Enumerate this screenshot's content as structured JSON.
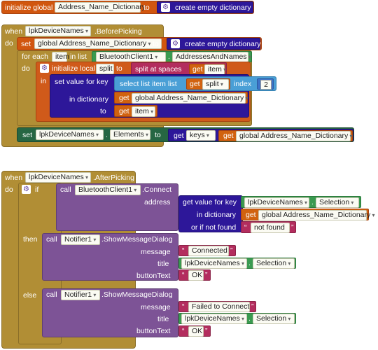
{
  "init_block": {
    "keyword": "initialize global",
    "var_name": "Address_Name_Dictionary",
    "to": "to",
    "value_label": "create empty dictionary"
  },
  "before_picking": {
    "when": "when",
    "component": "lpkDeviceNames",
    "event": ".BeforePicking",
    "do": "do",
    "set_keyword": "set",
    "set_var": "global Address_Name_Dictionary",
    "set_to": "to",
    "set_value": "create empty dictionary",
    "foreach_label": "for each",
    "foreach_var": "item",
    "in_list": "in list",
    "bt_component": "BluetoothClient1",
    "bt_property": "AddressesAndNames",
    "do2": "do",
    "init_local": "initialize local",
    "local_var": "split",
    "local_to": "to",
    "split_label": "split at spaces",
    "get": "get",
    "get_item": "item",
    "in": "in",
    "set_value_for_key": "set value for key",
    "select_list_item": "select list item  list",
    "get_split": "split",
    "index_label": "index",
    "index_value": "2",
    "in_dictionary": "in dictionary",
    "dict_var": "global Address_Name_Dictionary",
    "to_label": "to",
    "to_item": "item",
    "set2_keyword": "set",
    "set2_component": "lpkDeviceNames",
    "set2_property": "Elements",
    "set2_to": "to",
    "keys_label": "keys",
    "keys_dict": "global Address_Name_Dictionary"
  },
  "after_picking": {
    "when": "when",
    "component": "lpkDeviceNames",
    "event": ".AfterPicking",
    "do": "do",
    "if": "if",
    "call": "call",
    "bt_component": "BluetoothClient1",
    "connect": ".Connect",
    "address": "address",
    "get_value_for_key": "get value for key",
    "sel_component": "lpkDeviceNames",
    "sel_property": "Selection",
    "in_dictionary": "in dictionary",
    "get": "get",
    "dict_var": "global Address_Name_Dictionary",
    "or_if_not_found": "or if not found",
    "not_found": "not found",
    "then": "then",
    "call1": "call",
    "notifier1": "Notifier1",
    "show_msg1": ".ShowMessageDialog",
    "message_label1": "message",
    "msg1": "Connected",
    "title_label1": "title",
    "title1_component": "lpkDeviceNames",
    "title1_property": "Selection",
    "button_label1": "buttonText",
    "ok1": "OK",
    "else": "else",
    "call2": "call",
    "notifier2": "Notifier1",
    "show_msg2": ".ShowMessageDialog",
    "message_label2": "message",
    "msg2": "Failed to Connect",
    "title_label2": "title",
    "title2_component": "lpkDeviceNames",
    "title2_property": "Selection",
    "button_label2": "buttonText",
    "ok2": "OK"
  },
  "colors": {
    "variable": "#d1560f",
    "dictionary": "#2d1799",
    "event": "#b18e35",
    "component_setter": "#266643",
    "component_getter": "#3a9a50",
    "text": "#b32d5e",
    "list": "#4a9fd6",
    "method": "#7d5396"
  }
}
